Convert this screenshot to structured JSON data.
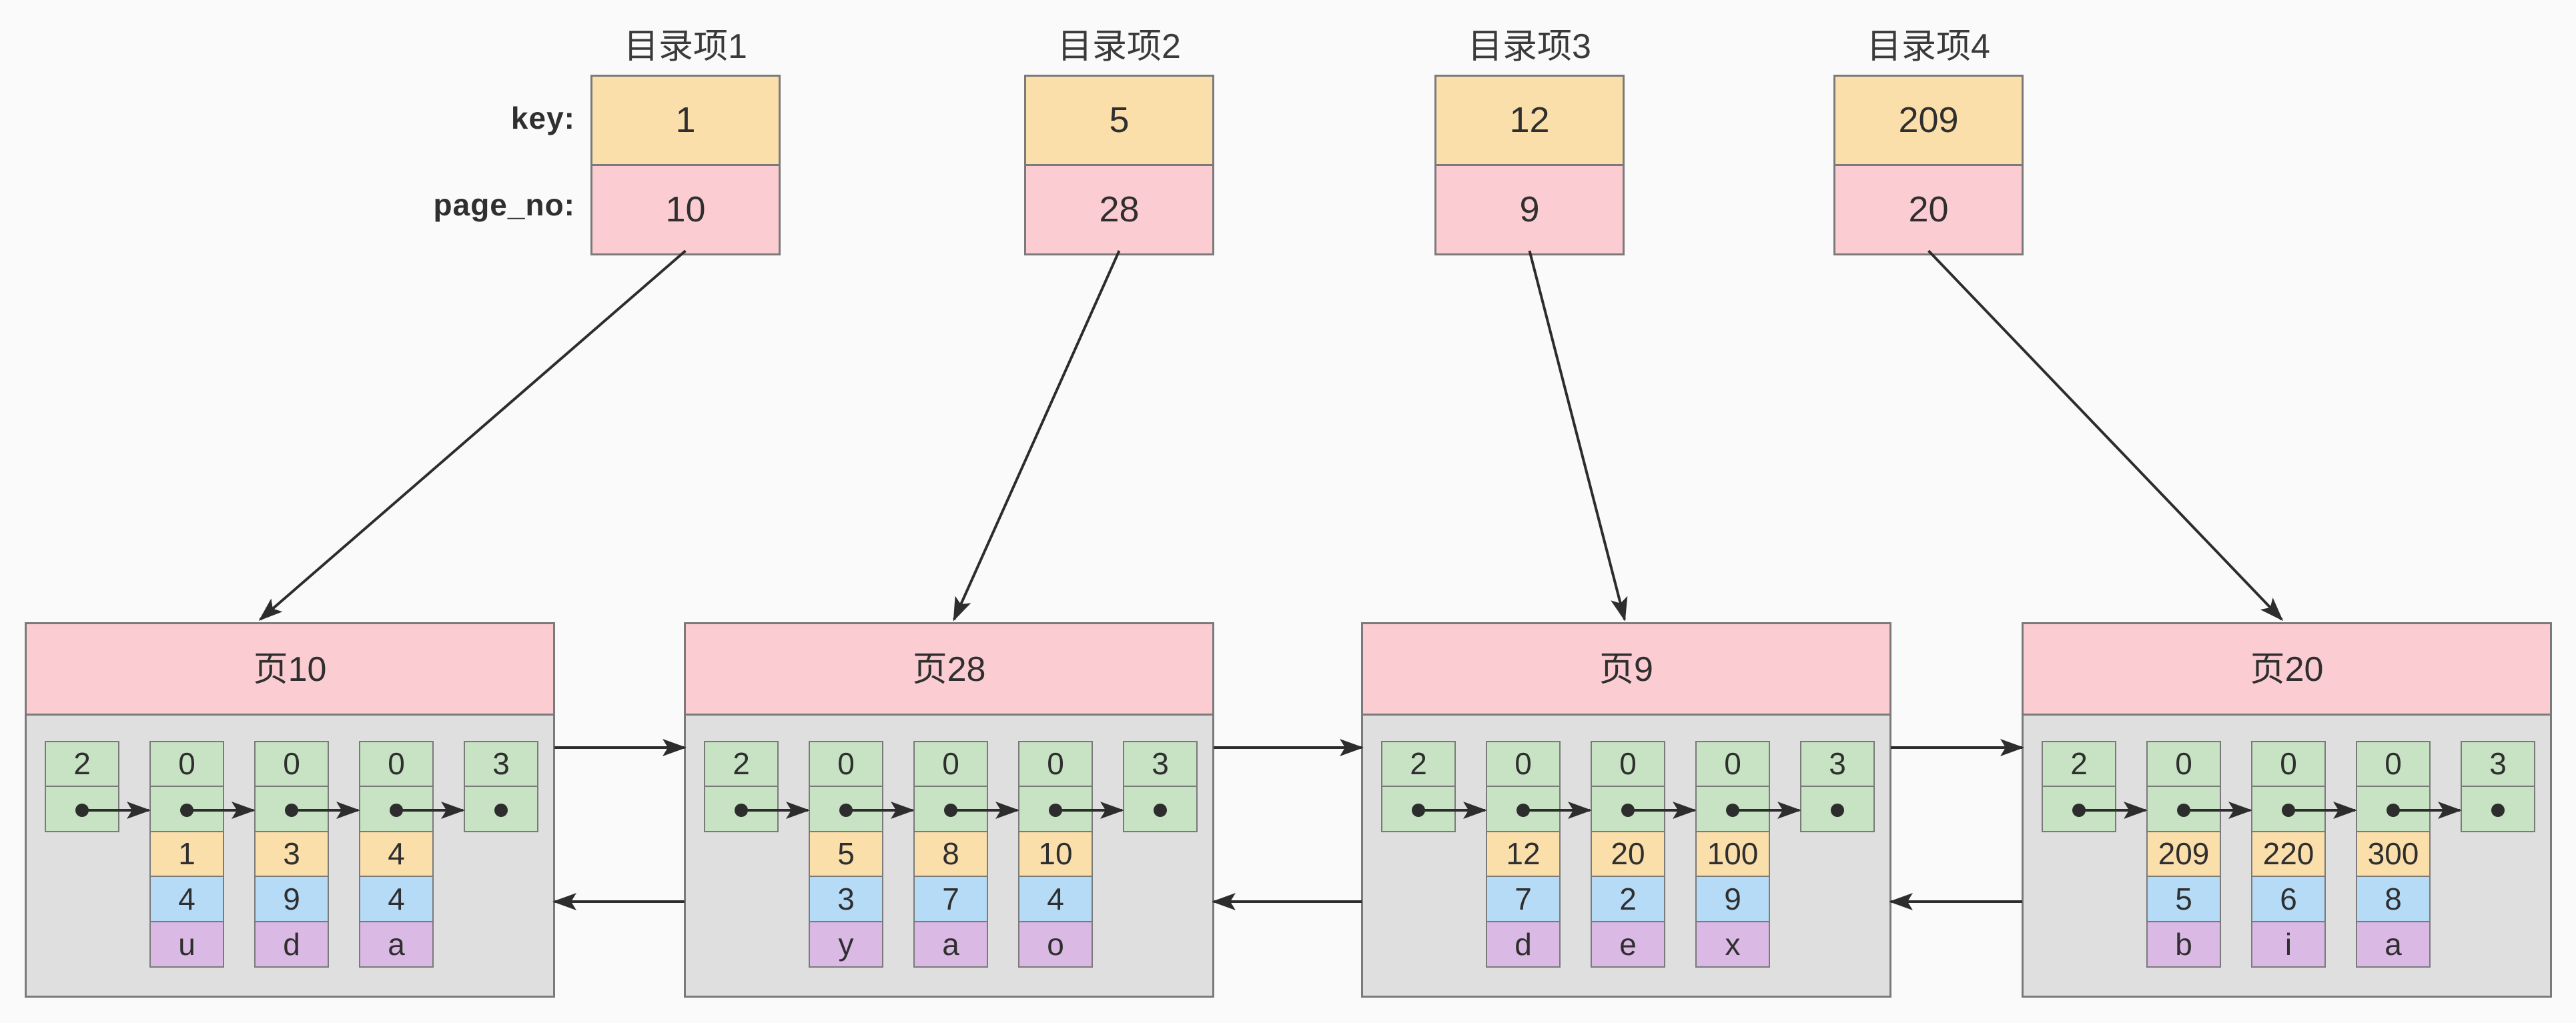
{
  "labels": {
    "key_label": "key:",
    "page_no_label": "page_no:"
  },
  "directory_entries": [
    {
      "title": "目录项1",
      "key": "1",
      "page_no": "10"
    },
    {
      "title": "目录项2",
      "key": "5",
      "page_no": "28"
    },
    {
      "title": "目录项3",
      "key": "12",
      "page_no": "9"
    },
    {
      "title": "目录项4",
      "key": "209",
      "page_no": "20"
    }
  ],
  "pages": [
    {
      "title": "页10",
      "columns": [
        {
          "type": "2"
        },
        {
          "type": "0",
          "key": "1",
          "c2": "4",
          "c3": "u"
        },
        {
          "type": "0",
          "key": "3",
          "c2": "9",
          "c3": "d"
        },
        {
          "type": "0",
          "key": "4",
          "c2": "4",
          "c3": "a"
        },
        {
          "type": "3"
        }
      ]
    },
    {
      "title": "页28",
      "columns": [
        {
          "type": "2"
        },
        {
          "type": "0",
          "key": "5",
          "c2": "3",
          "c3": "y"
        },
        {
          "type": "0",
          "key": "8",
          "c2": "7",
          "c3": "a"
        },
        {
          "type": "0",
          "key": "10",
          "c2": "4",
          "c3": "o"
        },
        {
          "type": "3"
        }
      ]
    },
    {
      "title": "页9",
      "columns": [
        {
          "type": "2"
        },
        {
          "type": "0",
          "key": "12",
          "c2": "7",
          "c3": "d"
        },
        {
          "type": "0",
          "key": "20",
          "c2": "2",
          "c3": "e"
        },
        {
          "type": "0",
          "key": "100",
          "c2": "9",
          "c3": "x"
        },
        {
          "type": "3"
        }
      ]
    },
    {
      "title": "页20",
      "columns": [
        {
          "type": "2"
        },
        {
          "type": "0",
          "key": "209",
          "c2": "5",
          "c3": "b"
        },
        {
          "type": "0",
          "key": "220",
          "c2": "6",
          "c3": "i"
        },
        {
          "type": "0",
          "key": "300",
          "c2": "8",
          "c3": "a"
        },
        {
          "type": "3"
        }
      ]
    }
  ],
  "colors": {
    "pink": "#FBCCD2",
    "orange": "#FBDFAB",
    "green": "#C7E3C4",
    "blue": "#B6DBF7",
    "purple": "#DBB9E5",
    "page_body_gray": "#DFDFDF",
    "border_gray": "#7A7A7A",
    "arrow_black": "#2D2D2D",
    "background": "#FAFAFA"
  }
}
